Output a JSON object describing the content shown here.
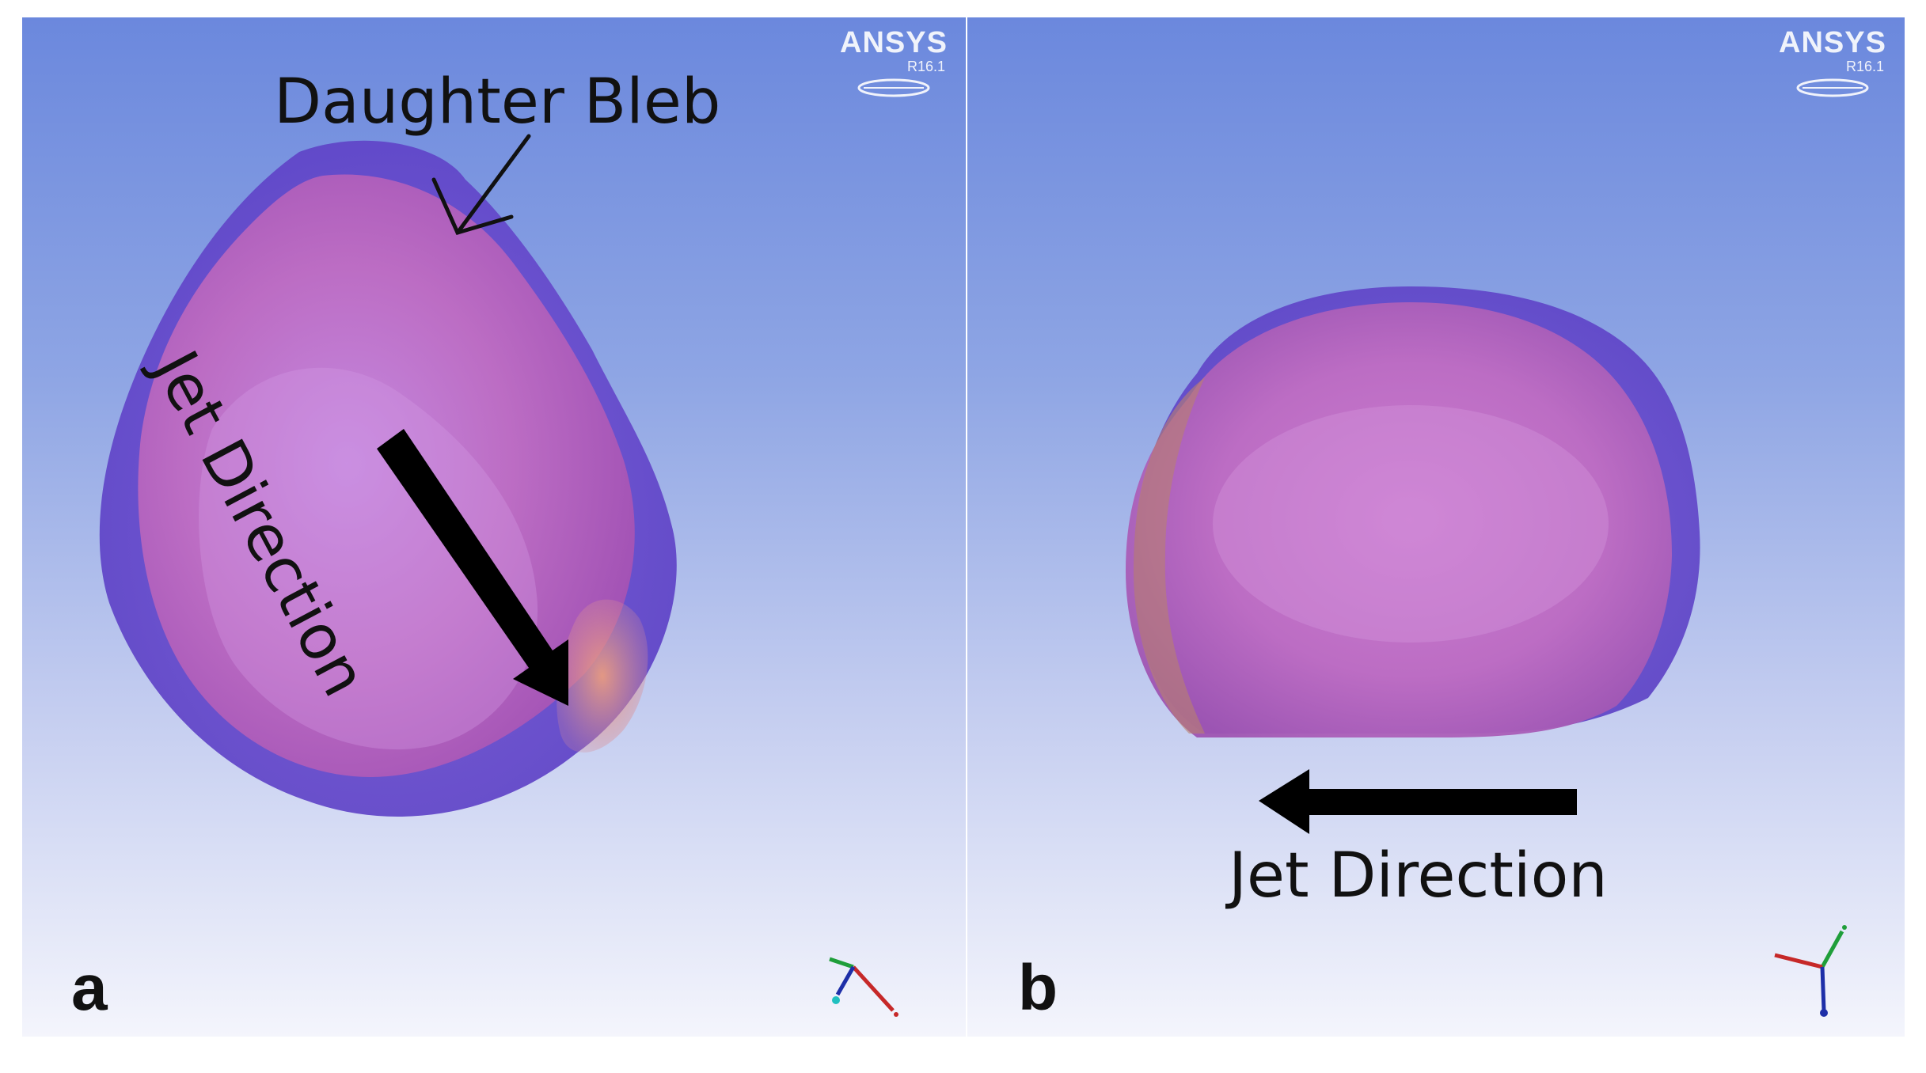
{
  "figure": {
    "panels": [
      {
        "letter": "a",
        "watermark": {
          "brand": "ANSYS",
          "version": "R16.1"
        },
        "annotations": {
          "daughter_bleb": "Daughter Bleb",
          "jet_direction": "Jet Direction"
        },
        "arrow_direction": "down-right"
      },
      {
        "letter": "b",
        "watermark": {
          "brand": "ANSYS",
          "version": "R16.1"
        },
        "annotations": {
          "jet_direction": "Jet Direction"
        },
        "arrow_direction": "left"
      }
    ]
  },
  "colors": {
    "background_top": "#6b88dd",
    "background_bottom": "#f4f5fc",
    "outer_surface": "#6a4fd0",
    "inner_surface": "#c273c8",
    "highlight": "#e79a87",
    "arrow": "#000000"
  },
  "icons": [
    "ansys-logo-icon",
    "axis-triad-icon",
    "jet-arrow-icon",
    "pointer-arrow-icon"
  ]
}
